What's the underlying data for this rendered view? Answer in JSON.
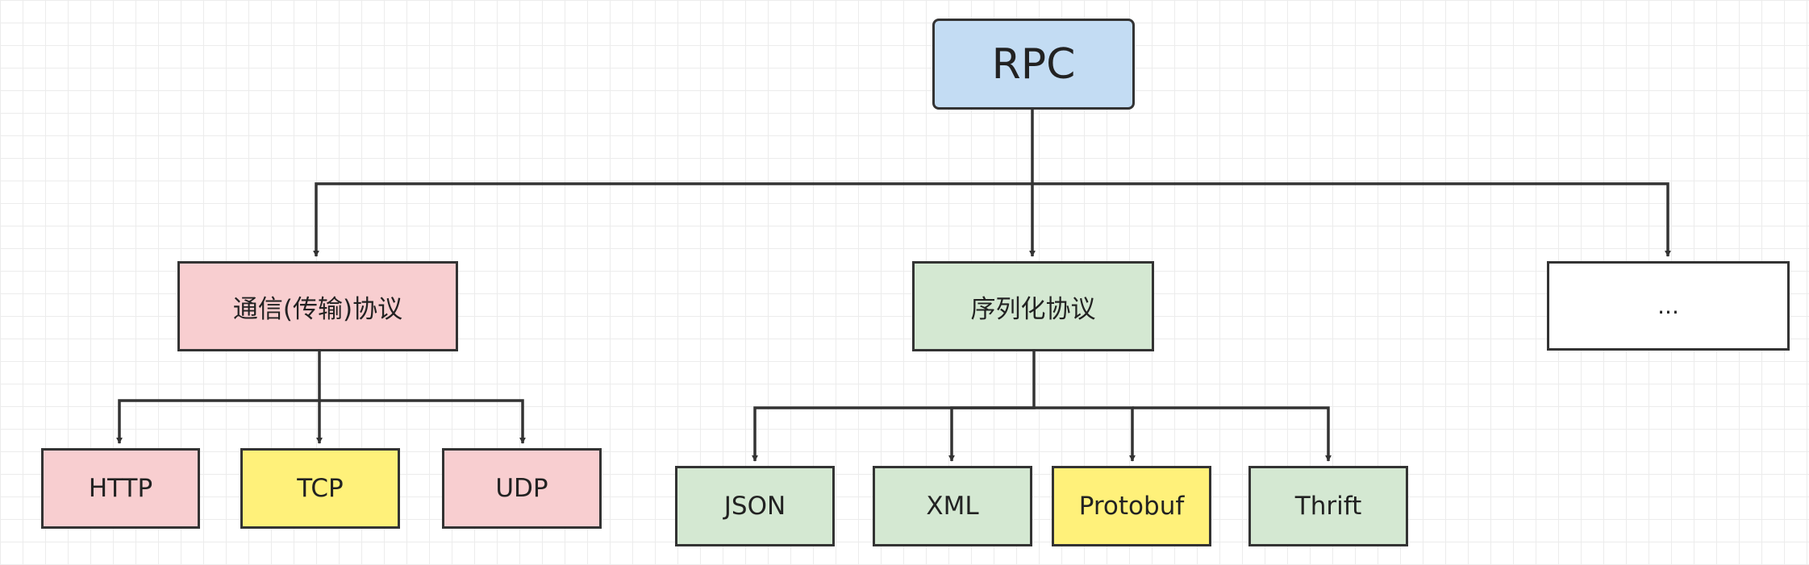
{
  "colors": {
    "blue": "#c3dcf3",
    "pink": "#f8ced0",
    "green": "#d4e8d2",
    "yellow": "#fff17a",
    "white": "#ffffff",
    "stroke": "#333333"
  },
  "diagram": {
    "root": {
      "label": "RPC",
      "fill": "blue"
    },
    "branches": [
      {
        "label": "通信(传输)协议",
        "fill": "pink",
        "children": [
          {
            "label": "HTTP",
            "fill": "pink"
          },
          {
            "label": "TCP",
            "fill": "yellow"
          },
          {
            "label": "UDP",
            "fill": "pink"
          }
        ]
      },
      {
        "label": "序列化协议",
        "fill": "green",
        "children": [
          {
            "label": "JSON",
            "fill": "green"
          },
          {
            "label": "XML",
            "fill": "green"
          },
          {
            "label": "Protobuf",
            "fill": "yellow"
          },
          {
            "label": "Thrift",
            "fill": "green"
          }
        ]
      },
      {
        "label": "...",
        "fill": "white",
        "children": []
      }
    ]
  }
}
